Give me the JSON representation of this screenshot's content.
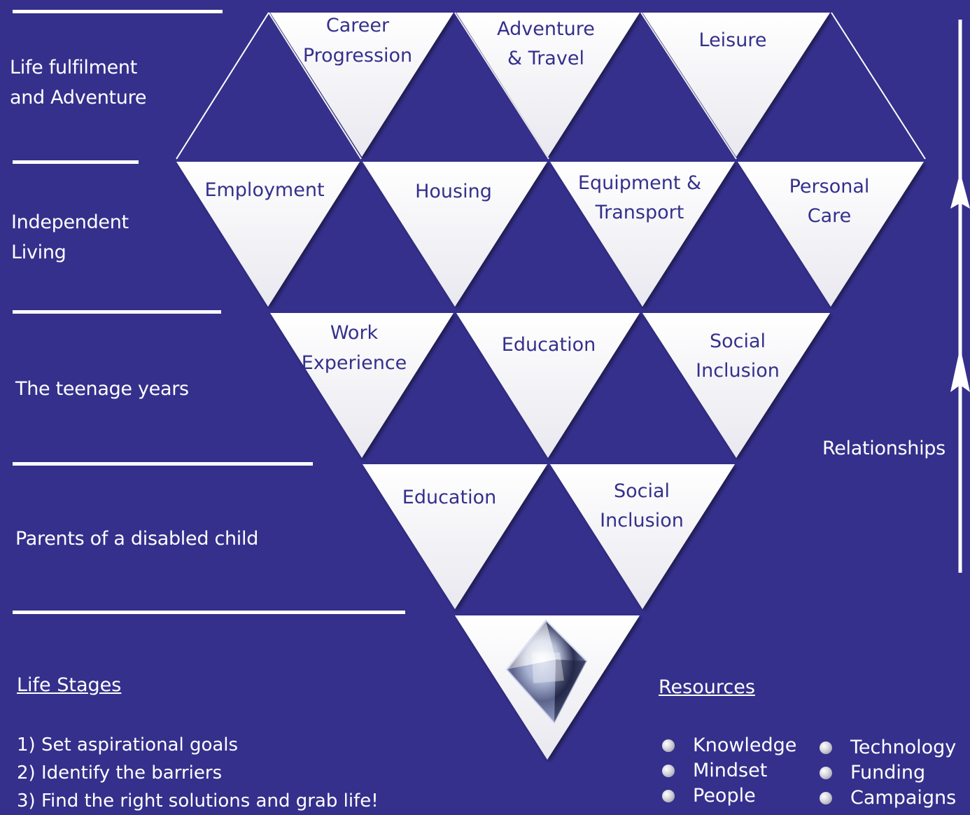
{
  "life_stage_labels": [
    {
      "id": "fulfilment",
      "lines": [
        "Life fulfilment",
        "and Adventure"
      ]
    },
    {
      "id": "independent",
      "lines": [
        "Independent",
        "Living"
      ]
    },
    {
      "id": "teenage",
      "lines": [
        "The teenage years"
      ]
    },
    {
      "id": "parents",
      "lines": [
        "Parents of a disabled child"
      ]
    }
  ],
  "triangles": {
    "row1": [
      [
        "Career",
        "Progression"
      ],
      [
        "Adventure",
        "& Travel"
      ],
      [
        "Leisure"
      ]
    ],
    "row2": [
      [
        "Employment"
      ],
      [
        "Housing"
      ],
      [
        "Equipment &",
        "Transport"
      ],
      [
        "Personal",
        "Care"
      ]
    ],
    "row3": [
      [
        "Work",
        "Experience"
      ],
      [
        "Education"
      ],
      [
        "Social",
        "Inclusion"
      ]
    ],
    "row4": [
      [
        "Education"
      ],
      [
        "Social",
        "Inclusion"
      ]
    ]
  },
  "side_arrow_label": "Relationships",
  "life_stages": {
    "heading": "Life Stages",
    "steps": [
      "1) Set aspirational goals",
      "2) Identify the barriers",
      "3) Find the right solutions and grab life!"
    ]
  },
  "resources": {
    "heading": "Resources",
    "col1": [
      "Knowledge",
      "Mindset",
      "People"
    ],
    "col2": [
      "Technology",
      "Funding",
      "Campaigns"
    ]
  },
  "colors": {
    "background": "#35308c",
    "triangle_fill": "#ffffff",
    "text_on_triangle": "#35308c",
    "text_on_background": "#ffffff"
  },
  "icons": [
    "diamond-gem-icon",
    "up-arrow-icon"
  ]
}
